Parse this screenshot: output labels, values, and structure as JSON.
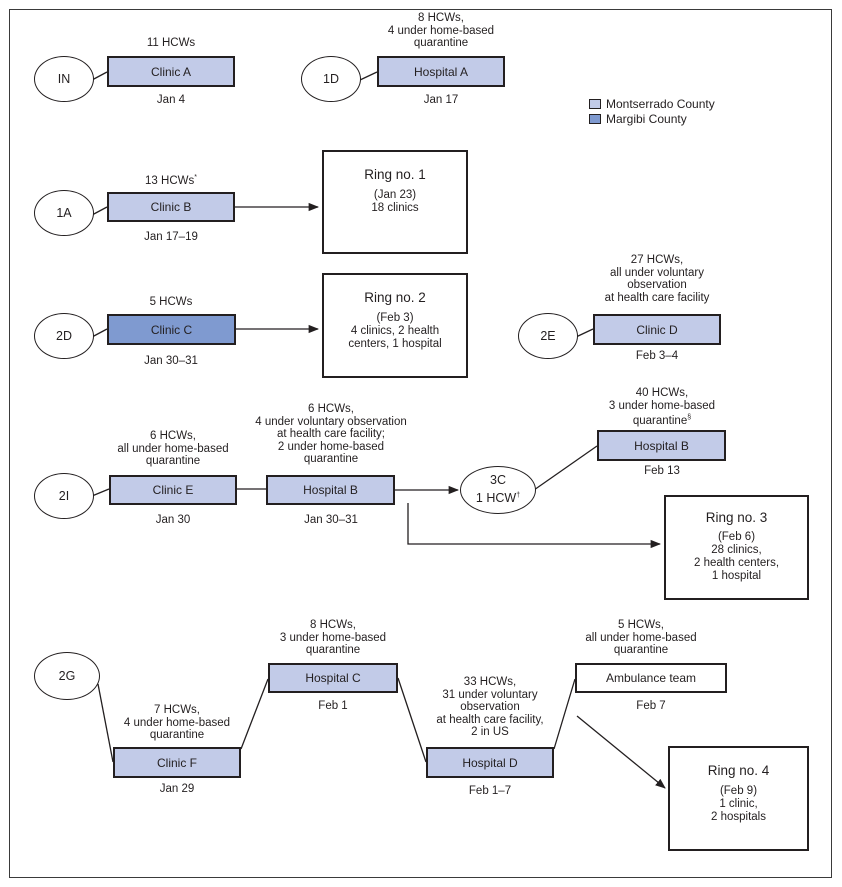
{
  "legend": [
    {
      "label": "Montserrado County",
      "color": "#c2cbe8"
    },
    {
      "label": "Margibi County",
      "color": "#7f9ad0"
    }
  ],
  "circles": {
    "IN": "IN",
    "1D": "1D",
    "1A": "1A",
    "2D": "2D",
    "2E": "2E",
    "2I": "2I",
    "3C": "3C",
    "3C_sub": "1 HCW",
    "3C_mark": "†",
    "2G": "2G"
  },
  "facilities": {
    "clinicA": {
      "name": "Clinic A",
      "date": "Jan 4",
      "hcw": [
        "11 HCWs"
      ]
    },
    "hospitalA": {
      "name": "Hospital A",
      "date": "Jan 17",
      "hcw": [
        "8 HCWs,",
        "4 under home-based",
        "quarantine"
      ]
    },
    "clinicB": {
      "name": "Clinic B",
      "date": "Jan 17–19",
      "hcw": [
        "13 HCWs"
      ],
      "hcw_mark": "*"
    },
    "clinicC": {
      "name": "Clinic C",
      "date": "Jan 30–31",
      "hcw": [
        "5 HCWs"
      ]
    },
    "clinicD": {
      "name": "Clinic D",
      "date": "Feb 3–4",
      "hcw": [
        "27 HCWs,",
        "all under voluntary",
        "observation",
        "at health care facility"
      ]
    },
    "clinicE": {
      "name": "Clinic E",
      "date": "Jan 30",
      "hcw": [
        "6 HCWs,",
        "all under home-based",
        "quarantine"
      ]
    },
    "hospitalB1": {
      "name": "Hospital B",
      "date": "Jan 30–31",
      "hcw": [
        "6 HCWs,",
        "4 under voluntary observation",
        "at health care facility;",
        "2 under home-based",
        "quarantine"
      ]
    },
    "hospitalB2": {
      "name": "Hospital B",
      "date": "Feb 13",
      "hcw": [
        "40 HCWs,",
        "3 under home-based",
        "quarantine"
      ],
      "hcw_mark": "§"
    },
    "clinicF": {
      "name": "Clinic F",
      "date": "Jan 29",
      "hcw": [
        "7 HCWs,",
        "4 under home-based",
        "quarantine"
      ]
    },
    "hospitalC": {
      "name": "Hospital C",
      "date": "Feb 1",
      "hcw": [
        "8 HCWs,",
        "3 under home-based",
        "quarantine"
      ]
    },
    "hospitalD": {
      "name": "Hospital D",
      "date": "Feb 1–7",
      "hcw": [
        "33 HCWs,",
        "31 under voluntary",
        "observation",
        "at health care facility,",
        "2 in US"
      ]
    },
    "ambulance": {
      "name": "Ambulance team",
      "date": "Feb 7",
      "hcw": [
        "5 HCWs,",
        "all under home-based",
        "quarantine"
      ]
    }
  },
  "rings": {
    "ring1": {
      "title": "Ring no. 1",
      "lines": [
        "(Jan 23)",
        "18 clinics"
      ]
    },
    "ring2": {
      "title": "Ring no. 2",
      "lines": [
        "(Feb 3)",
        "4 clinics, 2 health",
        "centers, 1 hospital"
      ]
    },
    "ring3": {
      "title": "Ring no. 3",
      "lines": [
        "(Feb 6)",
        "28 clinics,",
        "2 health centers,",
        "1 hospital"
      ]
    },
    "ring4": {
      "title": "Ring no. 4",
      "lines": [
        "(Feb 9)",
        "1 clinic,",
        "2 hospitals"
      ]
    }
  }
}
